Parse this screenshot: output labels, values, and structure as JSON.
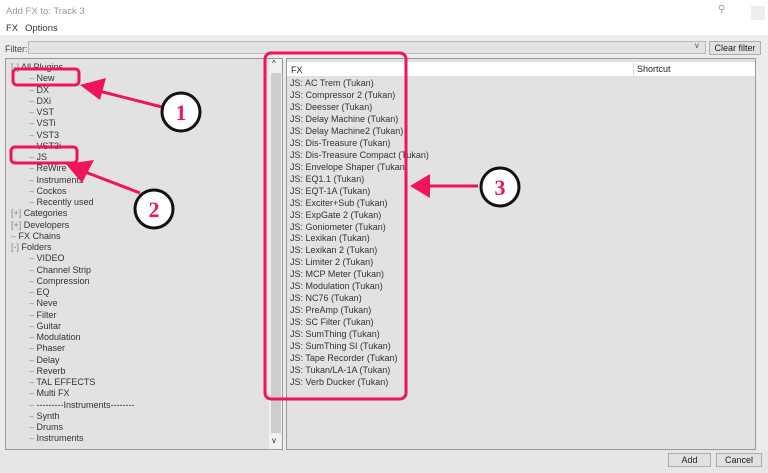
{
  "window": {
    "title": "Add FX to: Track 3",
    "menu": [
      "FX",
      "Options"
    ],
    "pin_icon": "pin-icon",
    "close_icon": "close-icon"
  },
  "filter": {
    "label": "Filter:",
    "value": "",
    "clear_label": "Clear filter"
  },
  "tree": [
    {
      "label": "All Plugins",
      "level": 0,
      "expander": "-"
    },
    {
      "label": "New",
      "level": 1
    },
    {
      "label": "DX",
      "level": 1
    },
    {
      "label": "DXi",
      "level": 1
    },
    {
      "label": "VST",
      "level": 1
    },
    {
      "label": "VSTi",
      "level": 1
    },
    {
      "label": "VST3",
      "level": 1
    },
    {
      "label": "VST3i",
      "level": 1
    },
    {
      "label": "JS",
      "level": 1
    },
    {
      "label": "ReWire",
      "level": 1
    },
    {
      "label": "Instruments",
      "level": 1
    },
    {
      "label": "Cockos",
      "level": 1
    },
    {
      "label": "Recently used",
      "level": 1
    },
    {
      "label": "Categories",
      "level": 0,
      "expander": "+"
    },
    {
      "label": "Developers",
      "level": 0,
      "expander": "+"
    },
    {
      "label": "FX Chains",
      "level": 0
    },
    {
      "label": "Folders",
      "level": 0,
      "expander": "-"
    },
    {
      "label": "VIDEO",
      "level": 1
    },
    {
      "label": "Channel Strip",
      "level": 1
    },
    {
      "label": "Compression",
      "level": 1
    },
    {
      "label": "EQ",
      "level": 1
    },
    {
      "label": "Neve",
      "level": 1
    },
    {
      "label": "Filter",
      "level": 1
    },
    {
      "label": "Guitar",
      "level": 1
    },
    {
      "label": "Modulation",
      "level": 1
    },
    {
      "label": "Phaser",
      "level": 1
    },
    {
      "label": "Delay",
      "level": 1
    },
    {
      "label": "Reverb",
      "level": 1
    },
    {
      "label": "TAL EFFECTS",
      "level": 1
    },
    {
      "label": "Multi FX",
      "level": 1
    },
    {
      "label": "---------Instruments--------",
      "level": 1
    },
    {
      "label": "Synth",
      "level": 1
    },
    {
      "label": "Drums",
      "level": 1
    },
    {
      "label": "Instruments",
      "level": 1
    }
  ],
  "list": {
    "columns": [
      "FX",
      "Shortcut"
    ],
    "items": [
      "JS: AC Trem (Tukan)",
      "JS: Compressor 2 (Tukan)",
      "JS: Deesser (Tukan)",
      "JS: Delay Machine (Tukan)",
      "JS: Delay Machine2 (Tukan)",
      "JS: Dis-Treasure (Tukan)",
      "JS: Dis-Treasure Compact (Tukan)",
      "JS: Envelope Shaper (Tukan)",
      "JS: EQ1.1 (Tukan)",
      "JS: EQT-1A (Tukan)",
      "JS: Exciter+Sub (Tukan)",
      "JS: ExpGate 2 (Tukan)",
      "JS: Goniometer (Tukan)",
      "JS: Lexikan (Tukan)",
      "JS: Lexikan 2 (Tukan)",
      "JS: Limiter 2 (Tukan)",
      "JS: MCP Meter (Tukan)",
      "JS: Modulation (Tukan)",
      "JS: NC76 (Tukan)",
      "JS: PreAmp (Tukan)",
      "JS: SC Filter (Tukan)",
      "JS: SumThing (Tukan)",
      "JS: SumThing SI (Tukan)",
      "JS: Tape Recorder (Tukan)",
      "JS: Tukan/LA-1A (Tukan)",
      "JS: Verb Ducker (Tukan)"
    ]
  },
  "buttons": {
    "add": "Add",
    "cancel": "Cancel"
  },
  "annotations": {
    "color": "#f0145a",
    "labels": [
      "1",
      "2",
      "3"
    ]
  }
}
